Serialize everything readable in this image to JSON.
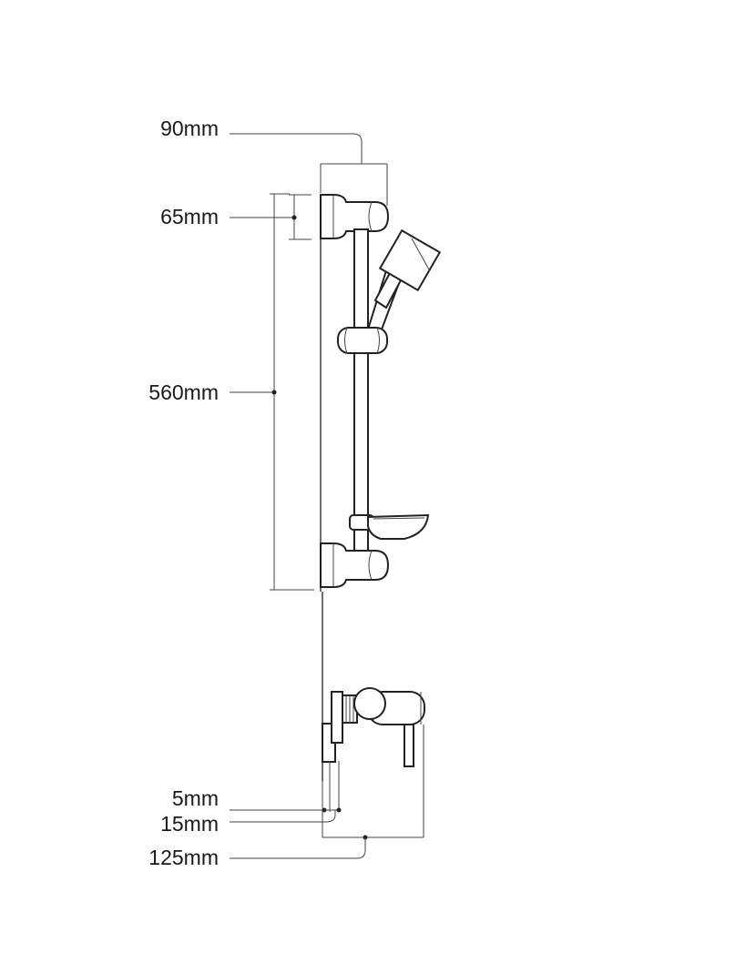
{
  "colors": {
    "line": "#222222",
    "background": "#ffffff"
  },
  "labels": {
    "width_90": "90mm",
    "bracket_65": "65mm",
    "height_560": "560mm",
    "gap_5": "5mm",
    "depth_15": "15mm",
    "projection_125": "125mm"
  }
}
